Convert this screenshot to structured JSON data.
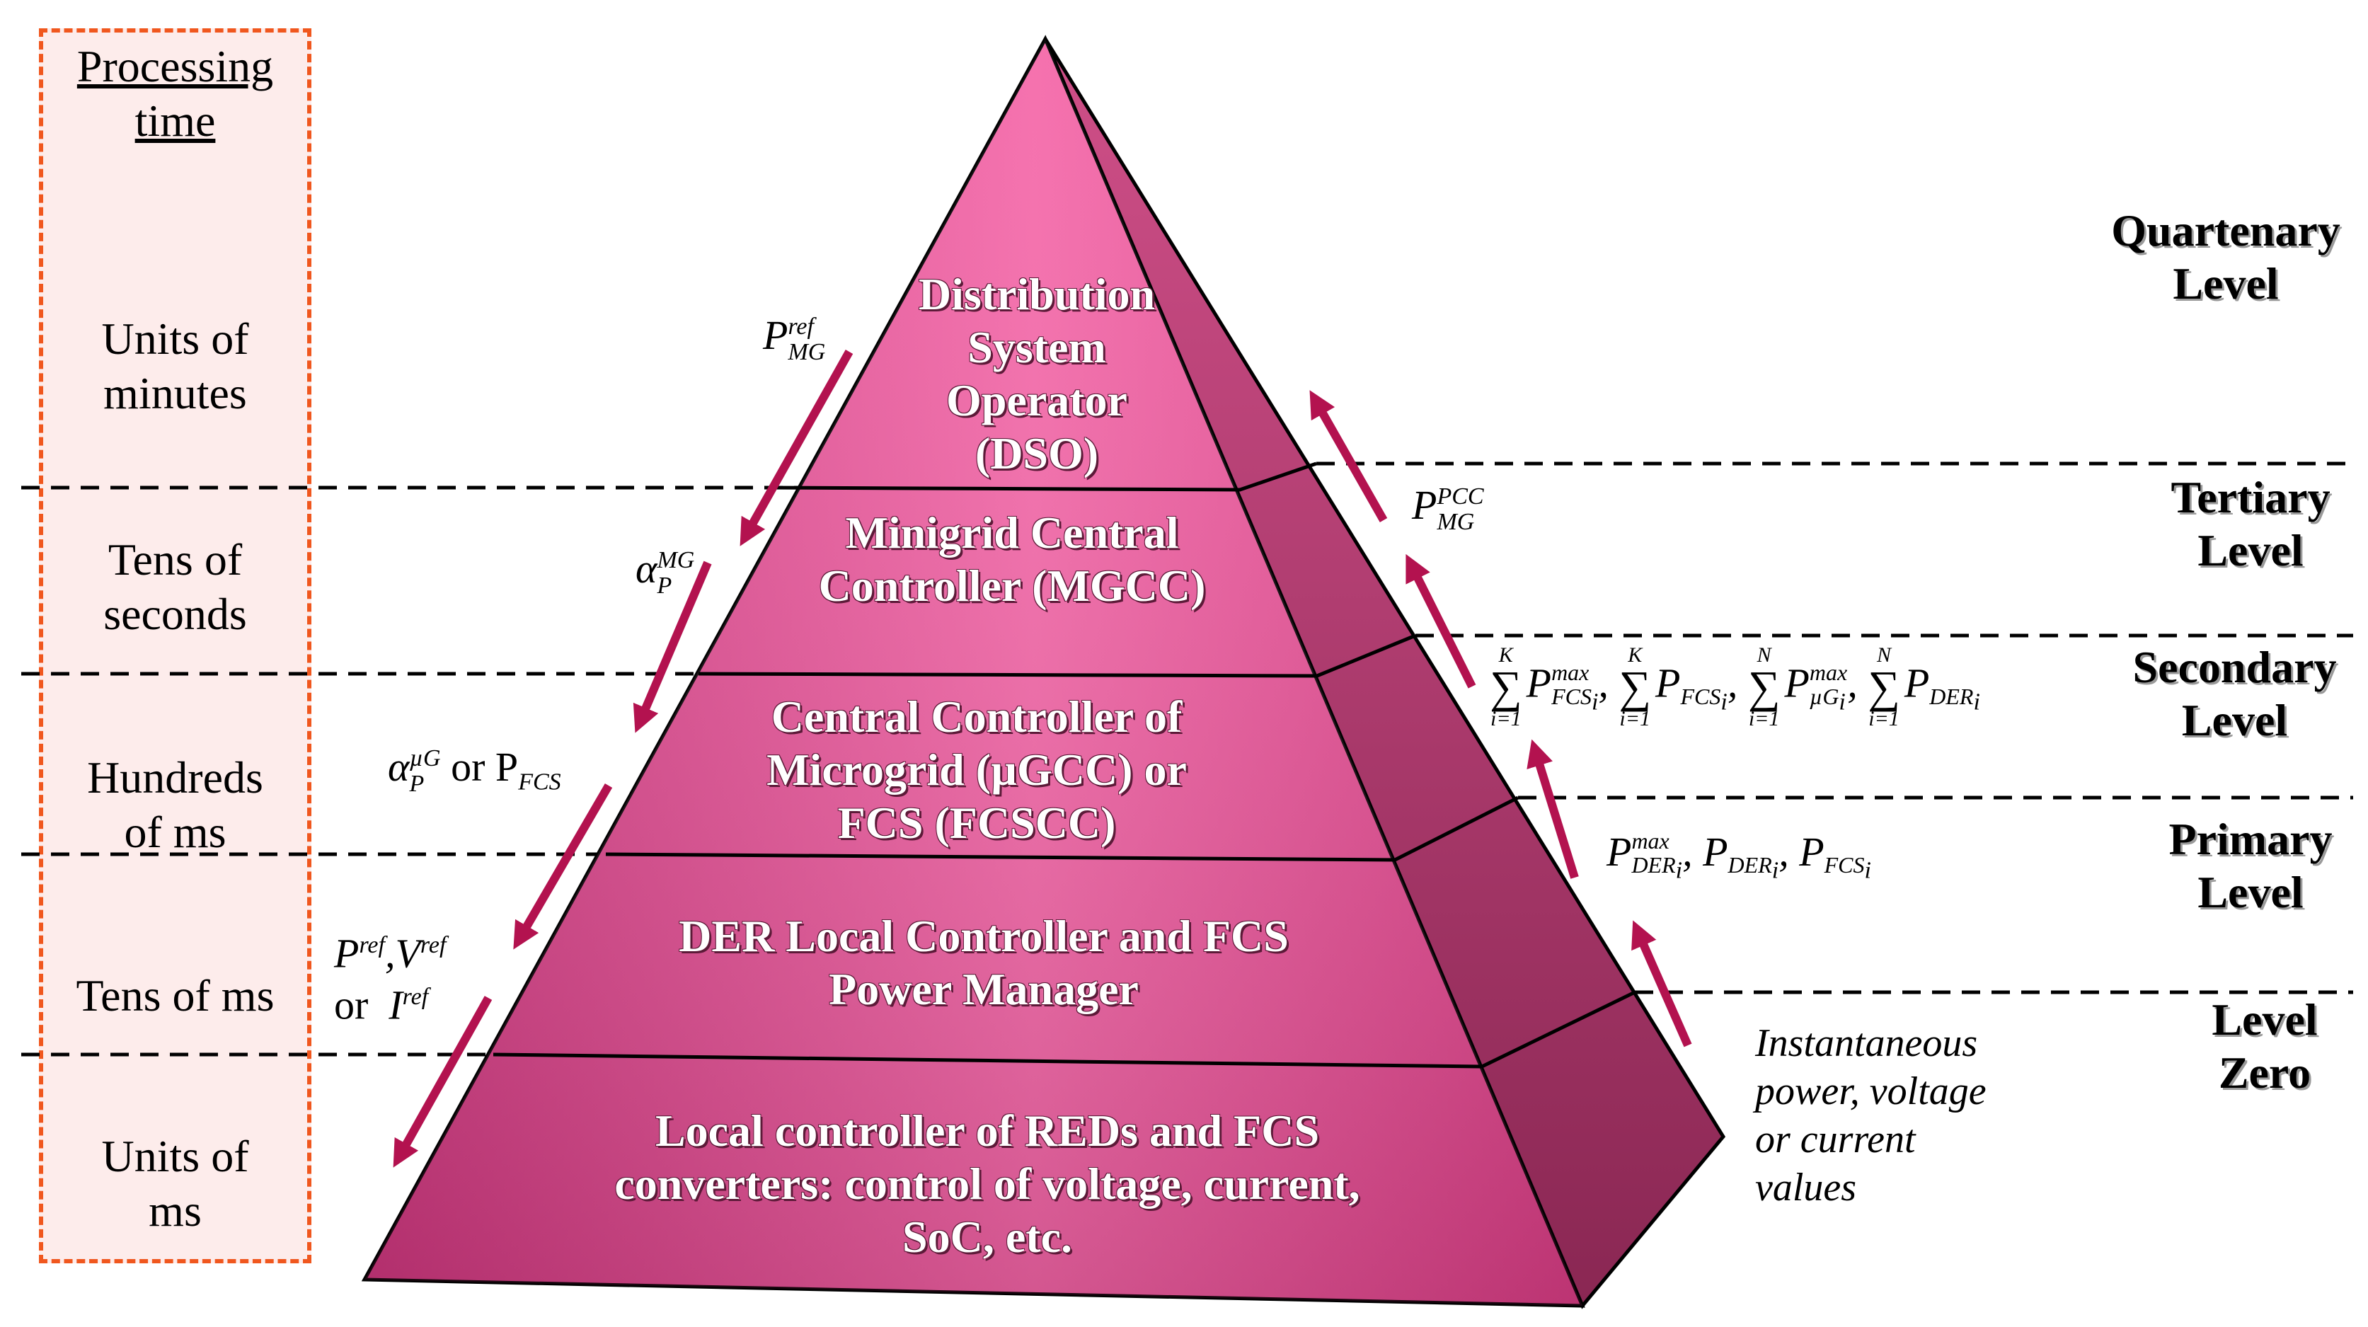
{
  "processing": {
    "title_line1": "Processing",
    "title_line2": "time",
    "rows": [
      {
        "line1": "Units of",
        "line2": "minutes"
      },
      {
        "line1": "Tens of",
        "line2": "seconds"
      },
      {
        "line1": "Hundreds",
        "line2": "of ms"
      },
      {
        "line1": "Tens of ms",
        "line2": ""
      },
      {
        "line1": "Units of",
        "line2": "ms"
      }
    ]
  },
  "pyramid": {
    "colors": {
      "front_light": "#f56aaa",
      "front_dark": "#d63c83",
      "side_top": "#c5487f",
      "side_bottom": "#8f2a56",
      "arrow": "#b3124f"
    },
    "tiers": [
      {
        "lines": [
          "Distribution",
          "System",
          "Operator",
          "(DSO)"
        ]
      },
      {
        "lines": [
          "Minigrid Central",
          "Controller (MGCC)"
        ]
      },
      {
        "lines": [
          "Central Controller of",
          "Microgrid (µGCC) or",
          "FCS (FCSCC)"
        ]
      },
      {
        "lines": [
          "DER Local Controller and FCS",
          "Power Manager"
        ]
      },
      {
        "lines": [
          "Local controller of REDs and FCS",
          "converters: control of voltage, current,",
          "SoC, etc."
        ]
      }
    ]
  },
  "levels": [
    {
      "line1": "Quartenary",
      "line2": "Level"
    },
    {
      "line1": "Tertiary",
      "line2": "Level"
    },
    {
      "line1": "Secondary",
      "line2": "Level"
    },
    {
      "line1": "Primary",
      "line2": "Level"
    },
    {
      "line1": "Level",
      "line2": "Zero"
    }
  ],
  "down_signals": {
    "p_mg_ref": {
      "base": "P",
      "sup": "ref",
      "sub": "MG"
    },
    "alpha_mg": {
      "base": "α",
      "sup": "MG",
      "sub": "P"
    },
    "alpha_ug": {
      "base": "α",
      "sup": "µG",
      "sub": "P",
      "tail": " or P",
      "tail_sub": "FCS"
    },
    "ref_values": {
      "line1_a": "P",
      "line1_a_sup": "ref",
      "comma": ",",
      "line1_b": "V",
      "line1_b_sup": "ref",
      "or": "or",
      "line2": "I",
      "line2_sup": "ref"
    }
  },
  "up_signals": {
    "p_mg_pcc": {
      "base": "P",
      "sup": "PCC",
      "sub": "MG"
    },
    "sums": {
      "terms": [
        {
          "upper": "K",
          "lower": "i=1",
          "base": "P",
          "sup": "max",
          "sub": "FCS",
          "subsub": "i"
        },
        {
          "upper": "K",
          "lower": "i=1",
          "base": "P",
          "sup": "",
          "sub": "FCS",
          "subsub": "i"
        },
        {
          "upper": "N",
          "lower": "i=1",
          "base": "P",
          "sup": "max",
          "sub": "µG",
          "subsub": "i"
        },
        {
          "upper": "N",
          "lower": "i=1",
          "base": "P",
          "sup": "",
          "sub": "DER",
          "subsub": "i"
        }
      ]
    },
    "primary": {
      "t1": "P",
      "t1_sup": "max",
      "t1_sub": "DER",
      "t1_subsub": "i",
      "t2": "P",
      "t2_sub": "DER",
      "t2_subsub": "i",
      "t3": "P",
      "t3_sub": "FCS",
      "t3_subsub": "i"
    },
    "note": {
      "line1": "Instantaneous",
      "line2": "power, voltage",
      "line3": "or current",
      "line4": "values"
    }
  }
}
